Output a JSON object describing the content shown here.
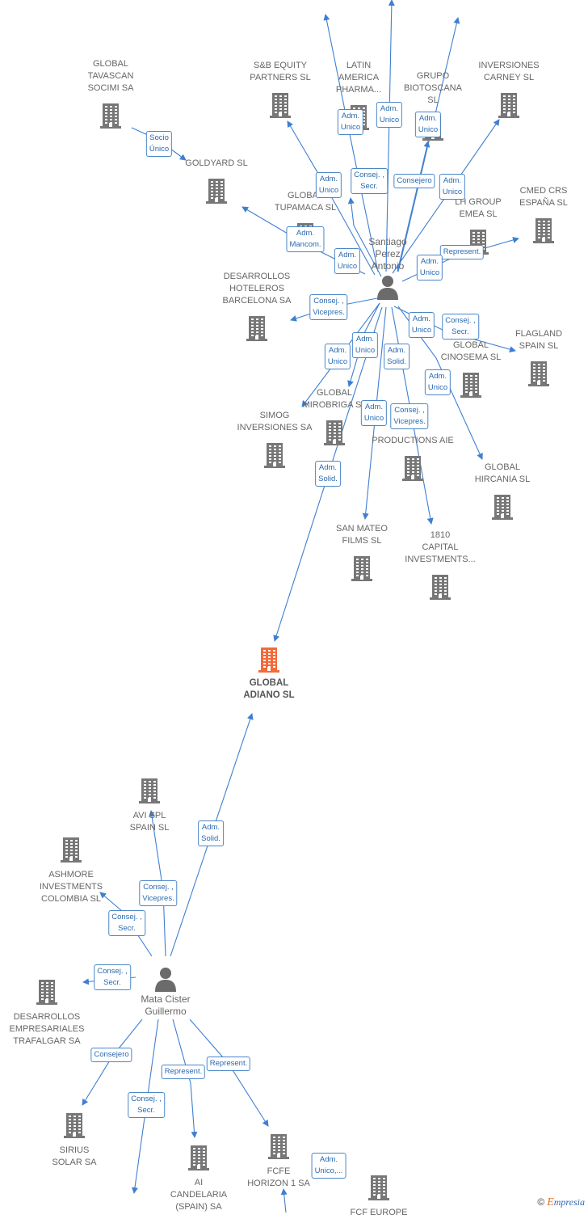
{
  "nodes": [
    {
      "id": "global_adiano",
      "label": "GLOBAL\nADIANO  SL",
      "main": true
    },
    {
      "id": "global_tavascan",
      "label": "GLOBAL\nTAVASCAN\nSOCIMI SA"
    },
    {
      "id": "goldyard",
      "label": "GOLDYARD SL"
    },
    {
      "id": "sb_equity",
      "label": "S&B EQUITY\nPARTNERS  SL"
    },
    {
      "id": "latin_america",
      "label": "LATIN\nAMERICA\nPHARMA..."
    },
    {
      "id": "grupo_biotoscana",
      "label": "GRUPO\nBIOTOSCANA\nSL"
    },
    {
      "id": "inversiones_carney",
      "label": "INVERSIONES\nCARNEY SL"
    },
    {
      "id": "global_tupamaca",
      "label": "GLOBAL\nTUPAMACA SL"
    },
    {
      "id": "lh_group",
      "label": "LH GROUP\nEMEA  SL"
    },
    {
      "id": "cmed_crs",
      "label": "CMED CRS\nESPAÑA  SL"
    },
    {
      "id": "desarrollos_hoteleros",
      "label": "DESARROLLOS\nHOTELEROS\nBARCELONA SA"
    },
    {
      "id": "global_cinosema",
      "label": "GLOBAL\nCINOSEMA SL"
    },
    {
      "id": "flagland",
      "label": "FLAGLAND\nSPAIN SL"
    },
    {
      "id": "global_mirobriga",
      "label": "GLOBAL\nMIROBRIGA SL"
    },
    {
      "id": "simog",
      "label": "SIMOG\nINVERSIONES SA"
    },
    {
      "id": "productions",
      "label": "PRODUCTIONS AIE"
    },
    {
      "id": "global_hircania",
      "label": "GLOBAL\nHIRCANIA  SL"
    },
    {
      "id": "san_mateo",
      "label": "SAN MATEO\nFILMS SL"
    },
    {
      "id": "capital_1810",
      "label": "1810\nCAPITAL\nINVESTMENTS..."
    },
    {
      "id": "avi_spl",
      "label": "AVI SPL\nSPAIN  SL"
    },
    {
      "id": "ashmore",
      "label": "ASHMORE\nINVESTMENTS\nCOLOMBIA SL"
    },
    {
      "id": "desarrollos_empresariales",
      "label": "DESARROLLOS\nEMPRESARIALES\nTRAFALGAR SA"
    },
    {
      "id": "sirius",
      "label": "SIRIUS\nSOLAR SA"
    },
    {
      "id": "ai_candelaria",
      "label": "AI\nCANDELARIA\n(SPAIN) SA"
    },
    {
      "id": "fcfe_horizon",
      "label": "FCFE\nHORIZON 1 SA"
    },
    {
      "id": "fcf_europe",
      "label": "FCF EUROPE"
    }
  ],
  "persons": [
    {
      "id": "santiago",
      "label": "Santiago\nPerez\nAntonio"
    },
    {
      "id": "mata",
      "label": "Mata Cister\nGuillermo"
    }
  ],
  "roles": [
    {
      "id": "r1",
      "text": "Socio\nÚnico"
    },
    {
      "id": "r2",
      "text": "Adm.\nUnico"
    },
    {
      "id": "r3",
      "text": "Adm.\nUnico"
    },
    {
      "id": "r4",
      "text": "Adm.\nUnico"
    },
    {
      "id": "r5",
      "text": "Adm.\nUnico"
    },
    {
      "id": "r6",
      "text": "Consej. ,\nSecr."
    },
    {
      "id": "r7",
      "text": "Consejero"
    },
    {
      "id": "r8",
      "text": "Adm.\nUnico"
    },
    {
      "id": "r9",
      "text": "Adm.\nMancom."
    },
    {
      "id": "r10",
      "text": "Adm.\nUnico"
    },
    {
      "id": "r11",
      "text": "Represent."
    },
    {
      "id": "r12",
      "text": "Adm.\nUnico"
    },
    {
      "id": "r13",
      "text": "Consej. ,\nVicepres."
    },
    {
      "id": "r14",
      "text": "Adm.\nUnico"
    },
    {
      "id": "r15",
      "text": "Consej. ,\nSecr."
    },
    {
      "id": "r16",
      "text": "Adm.\nUnico"
    },
    {
      "id": "r17",
      "text": "Adm.\nUnico"
    },
    {
      "id": "r18",
      "text": "Adm.\nSolid."
    },
    {
      "id": "r19",
      "text": "Adm.\nUnico"
    },
    {
      "id": "r20",
      "text": "Adm.\nUnico"
    },
    {
      "id": "r21",
      "text": "Consej. ,\nVicepres."
    },
    {
      "id": "r22",
      "text": "Adm.\nSolid."
    },
    {
      "id": "r23",
      "text": "Adm.\nSolid."
    },
    {
      "id": "r24",
      "text": "Consej. ,\nVicepres."
    },
    {
      "id": "r25",
      "text": "Consej. ,\nSecr."
    },
    {
      "id": "r26",
      "text": "Consej. ,\nSecr."
    },
    {
      "id": "r27",
      "text": "Consejero"
    },
    {
      "id": "r28",
      "text": "Represent."
    },
    {
      "id": "r29",
      "text": "Represent."
    },
    {
      "id": "r30",
      "text": "Consej. ,\nSecr."
    },
    {
      "id": "r31",
      "text": "Adm.\nUnico,..."
    }
  ],
  "brand": {
    "copyright": "©",
    "name_initial": "E",
    "name_rest": "mpresia"
  },
  "colors": {
    "edge": "#3f7fd1",
    "building": "#777777",
    "main_building": "#f26a3a",
    "person": "#6b6b6b",
    "badge_border": "#4a86c8",
    "badge_text": "#2a69b0"
  }
}
